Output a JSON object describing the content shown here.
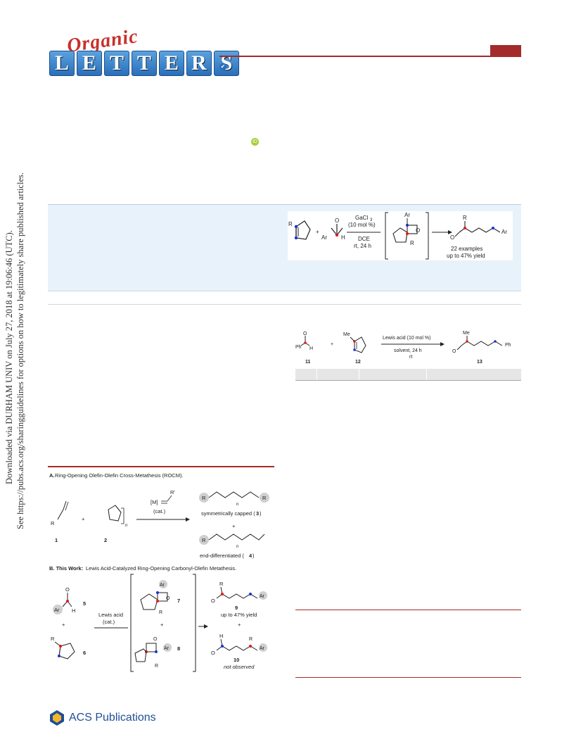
{
  "header": {
    "journal_script": "Organic",
    "journal_letters": [
      "L",
      "E",
      "T",
      "T",
      "E",
      "R",
      "S"
    ],
    "check_glyph": "✔",
    "orcid_glyph": "iD"
  },
  "side_text": {
    "line1": "Downloaded via DURHAM UNIV on July 27, 2018 at 19:06:46 (UTC).",
    "line2": "See https://pubs.acs.org/sharingguidelines for options on how to legitimately share published articles."
  },
  "toc_graphic": {
    "catalyst": "GaCl",
    "catalyst_sub": "3",
    "loading": "(10 mol %)",
    "solvent": "DCE",
    "conditions": "rt, 24 h",
    "examples": "22 examples",
    "yield": "up to 47% yield",
    "lbl_R": "R",
    "lbl_Ar": "Ar",
    "lbl_O": "O",
    "lbl_H": "H",
    "plus": "+"
  },
  "table_scheme": {
    "reagent1_label": "11",
    "reagent2_label": "12",
    "product_label": "13",
    "reagent1_text": "Ph",
    "h": "H",
    "o": "O",
    "me": "Me",
    "ph": "Ph",
    "catalyst": "Lewis acid (10 mol %)",
    "conditions": "solvent, 24 h",
    "temp": "rt",
    "plus": "+"
  },
  "figure1": {
    "panel_a_title_bold": "A.",
    "panel_a_title": " Ring-Opening Olefin-Olefin Cross-Metathesis (ROCM).",
    "cat_M": "[M]",
    "cat_R": "R'",
    "cat_label": "(cat.)",
    "cmpd1": "1",
    "cmpd2": "2",
    "n": "n",
    "sym_caption": "symmetrically capped (",
    "sym_num": "3",
    "end_caption": "end-differentiated (",
    "end_num": "4",
    "close_paren": ")",
    "panel_b_title_bold": "B. This Work:",
    "panel_b_title": " Lewis Acid-Catalyzed Ring-Opening Carbonyl-Olefin Metathesis.",
    "cmpd5": "5",
    "cmpd6": "6",
    "cmpd7": "7",
    "cmpd8": "8",
    "cmpd9": "9",
    "cmpd10": "10",
    "lewis_acid": "Lewis acid",
    "cat": "(cat.)",
    "yield9": "up to 47% yield",
    "not_observed": "not observed",
    "R": "R",
    "Ar": "Ar",
    "O": "O",
    "H": "H",
    "plus": "+"
  },
  "footer": {
    "publisher": "ACS Publications"
  },
  "colors": {
    "brand_red": "#a32b2b",
    "tile_blue": "#2a6fb8",
    "band_blue": "#e8f2fb",
    "atom_red": "#e21b1b",
    "atom_blue": "#1a33d6",
    "ring_gray": "#cfcfcf"
  }
}
